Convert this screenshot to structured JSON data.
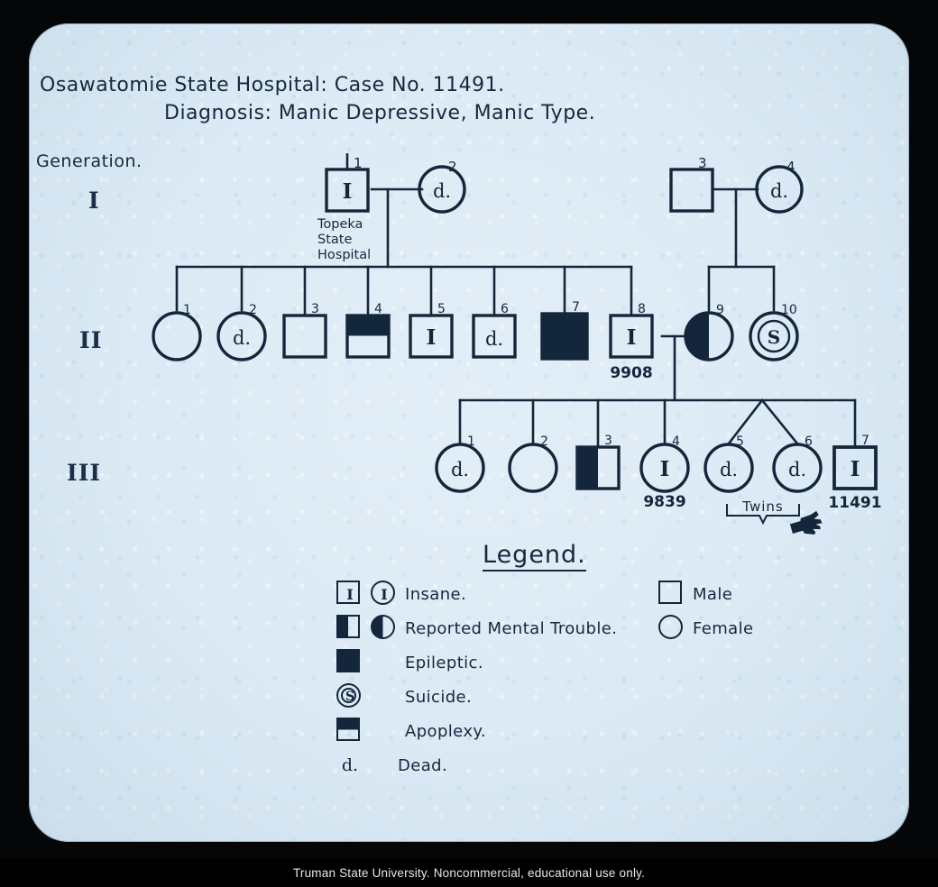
{
  "slide": {
    "title_line1": "Osawatomie State Hospital:  Case No. 11491.",
    "title_line2": "Diagnosis: Manic Depressive, Manic Type.",
    "generation_label": "Generation.",
    "generations": [
      "I",
      "II",
      "III"
    ],
    "caption": "Truman State University.  Noncommercial, educational use only."
  },
  "pedigree": {
    "generation_I": [
      {
        "id": "1",
        "sex": "male",
        "shape": "square",
        "fill": "none",
        "glyph": "I",
        "note": "Topeka\nState\nHospital"
      },
      {
        "id": "2",
        "sex": "female",
        "shape": "circle",
        "fill": "none",
        "glyph": "d."
      },
      {
        "id": "3",
        "sex": "male",
        "shape": "square",
        "fill": "none",
        "glyph": ""
      },
      {
        "id": "4",
        "sex": "female",
        "shape": "circle",
        "fill": "none",
        "glyph": "d."
      }
    ],
    "generation_II": [
      {
        "id": "1",
        "sex": "female",
        "shape": "circle",
        "fill": "none",
        "glyph": ""
      },
      {
        "id": "2",
        "sex": "female",
        "shape": "circle",
        "fill": "none",
        "glyph": "d."
      },
      {
        "id": "3",
        "sex": "male",
        "shape": "square",
        "fill": "none",
        "glyph": ""
      },
      {
        "id": "4",
        "sex": "male",
        "shape": "square",
        "fill": "top",
        "glyph": ""
      },
      {
        "id": "5",
        "sex": "male",
        "shape": "square",
        "fill": "none",
        "glyph": "I"
      },
      {
        "id": "6",
        "sex": "male",
        "shape": "square",
        "fill": "none",
        "glyph": "d."
      },
      {
        "id": "7",
        "sex": "male",
        "shape": "square",
        "fill": "full",
        "glyph": ""
      },
      {
        "id": "8",
        "sex": "male",
        "shape": "square",
        "fill": "none",
        "glyph": "I",
        "case_number": "9908"
      },
      {
        "id": "9",
        "sex": "female",
        "shape": "circle",
        "fill": "left",
        "glyph": ""
      },
      {
        "id": "10",
        "sex": "female",
        "shape": "circle",
        "fill": "none",
        "glyph": "S"
      }
    ],
    "generation_III": [
      {
        "id": "1",
        "sex": "female",
        "shape": "circle",
        "fill": "none",
        "glyph": "d."
      },
      {
        "id": "2",
        "sex": "female",
        "shape": "circle",
        "fill": "none",
        "glyph": ""
      },
      {
        "id": "3",
        "sex": "male",
        "shape": "square",
        "fill": "left",
        "glyph": ""
      },
      {
        "id": "4",
        "sex": "female",
        "shape": "circle",
        "fill": "none",
        "glyph": "I",
        "case_number": "9839"
      },
      {
        "id": "5",
        "sex": "female",
        "shape": "circle",
        "fill": "none",
        "glyph": "d."
      },
      {
        "id": "6",
        "sex": "female",
        "shape": "circle",
        "fill": "none",
        "glyph": "d."
      },
      {
        "id": "7",
        "sex": "male",
        "shape": "square",
        "fill": "none",
        "glyph": "I",
        "case_number": "11491"
      }
    ],
    "annotations": {
      "twins_label": "Twins",
      "topeka_note_l1": "Topeka",
      "topeka_note_l2": "State",
      "topeka_note_l3": "Hospital",
      "proband_pointer": "pointing-hand"
    }
  },
  "legend": {
    "title": "Legend.",
    "left_items": [
      {
        "symbols": [
          "square-I",
          "circle-I"
        ],
        "label": "Insane."
      },
      {
        "symbols": [
          "square-half-left",
          "circle-half-left"
        ],
        "label": "Reported Mental Trouble."
      },
      {
        "symbols": [
          "square-filled"
        ],
        "label": "Epileptic."
      },
      {
        "symbols": [
          "circle-S"
        ],
        "label": "Suicide."
      },
      {
        "symbols": [
          "square-top-filled"
        ],
        "label": "Apoplexy."
      },
      {
        "symbols": [
          "text-d"
        ],
        "label": "Dead."
      }
    ],
    "right_items": [
      {
        "symbols": [
          "square-empty"
        ],
        "label": "Male"
      },
      {
        "symbols": [
          "circle-empty"
        ],
        "label": "Female"
      }
    ],
    "dead_marker": "d."
  },
  "colors": {
    "ink": "#14263c",
    "slide_background": "#dbeaf5",
    "mount": "#050608",
    "caption_text": "#e8e8e8"
  }
}
